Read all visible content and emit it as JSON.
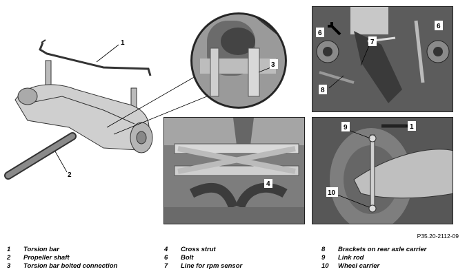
{
  "figure": {
    "reference": "P35.20-2112-09",
    "callouts": {
      "main": [
        "1",
        "2"
      ],
      "circle": [
        "3"
      ],
      "center": [
        "4"
      ],
      "top_right": [
        "6",
        "7",
        "6",
        "8"
      ],
      "bottom_right": [
        "9",
        "1",
        "10"
      ]
    }
  },
  "legend": [
    {
      "num": "1",
      "label": "Torsion bar"
    },
    {
      "num": "2",
      "label": "Propeller shaft"
    },
    {
      "num": "3",
      "label": "Torsion bar bolted connection"
    },
    {
      "num": "4",
      "label": "Cross strut"
    },
    {
      "num": "6",
      "label": "Bolt"
    },
    {
      "num": "7",
      "label": "Line for rpm sensor"
    },
    {
      "num": "8",
      "label": "Brackets on rear axle carrier"
    },
    {
      "num": "9",
      "label": "Link rod"
    },
    {
      "num": "10",
      "label": "Wheel carrier"
    }
  ]
}
